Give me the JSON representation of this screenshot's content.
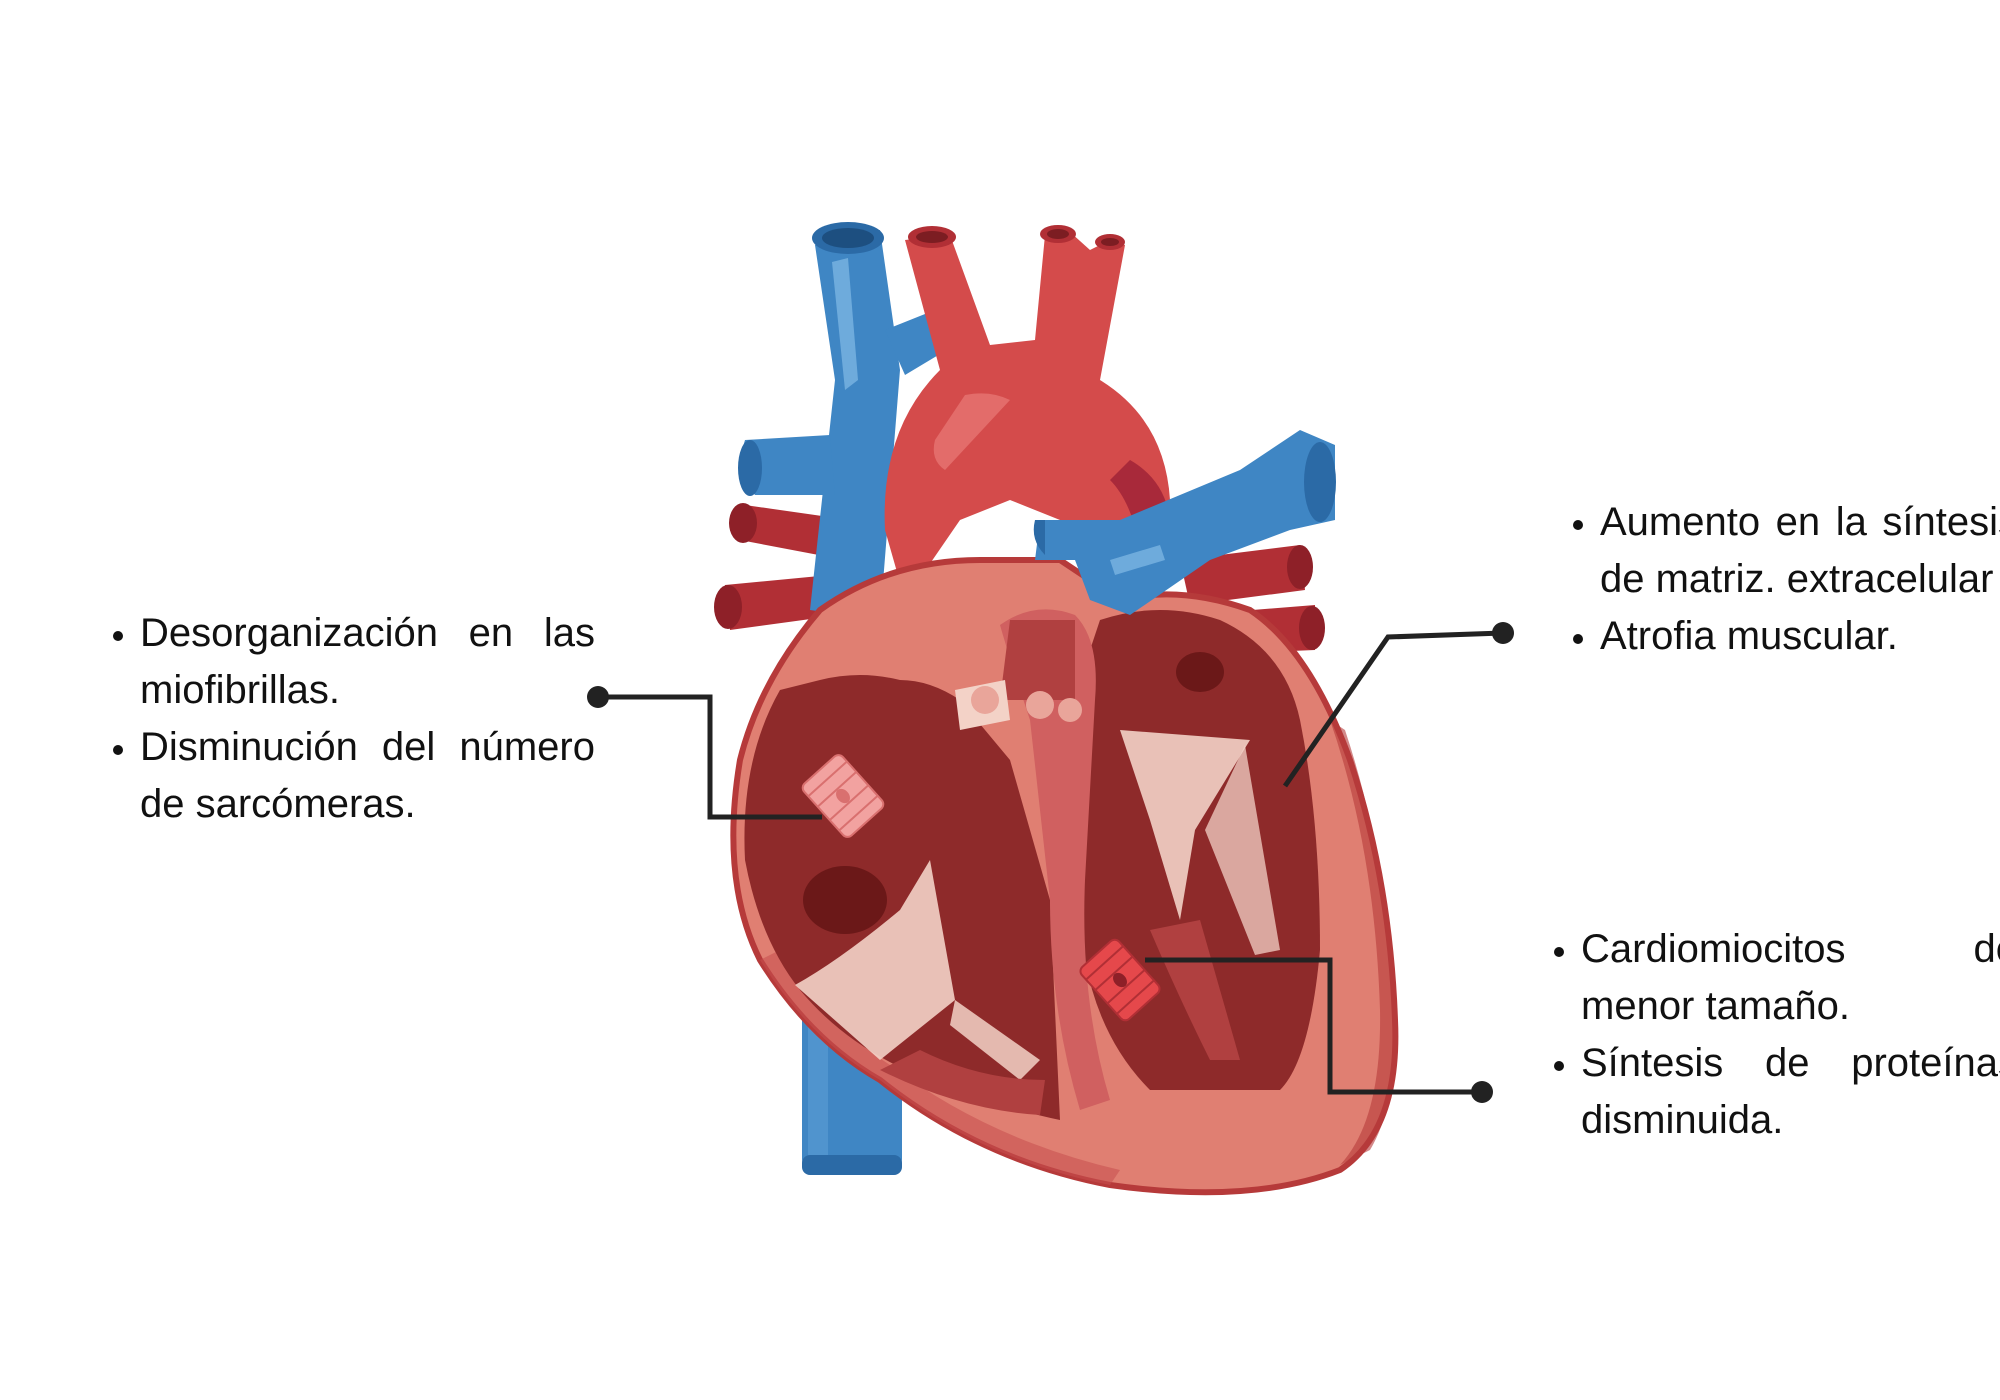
{
  "colors": {
    "vein_blue": "#3f86c4",
    "vein_blue_dark": "#2b6aa6",
    "artery_red": "#d44b4b",
    "artery_red_dark": "#b12f35",
    "muscle_pink": "#e07f72",
    "chamber_dark": "#8e2a2a",
    "valve_cream": "#f3d2c7",
    "leader_line": "#222222"
  },
  "icons": {
    "cardiomyocyte_normal": "sarcomere-block-pink",
    "cardiomyocyte_small": "sarcomere-block-red"
  },
  "annotations": {
    "left": {
      "items": [
        "Desorganización en las miofibrillas.",
        "Disminución del número de sarcómeras."
      ]
    },
    "right_top": {
      "items": [
        "Aumento en la síntesis de matriz. extracelular",
        "Atrofia muscular."
      ]
    },
    "right_bottom": {
      "items": [
        "Cardiomiocitos de menor tamaño.",
        "Síntesis de proteínas disminuida."
      ]
    }
  }
}
